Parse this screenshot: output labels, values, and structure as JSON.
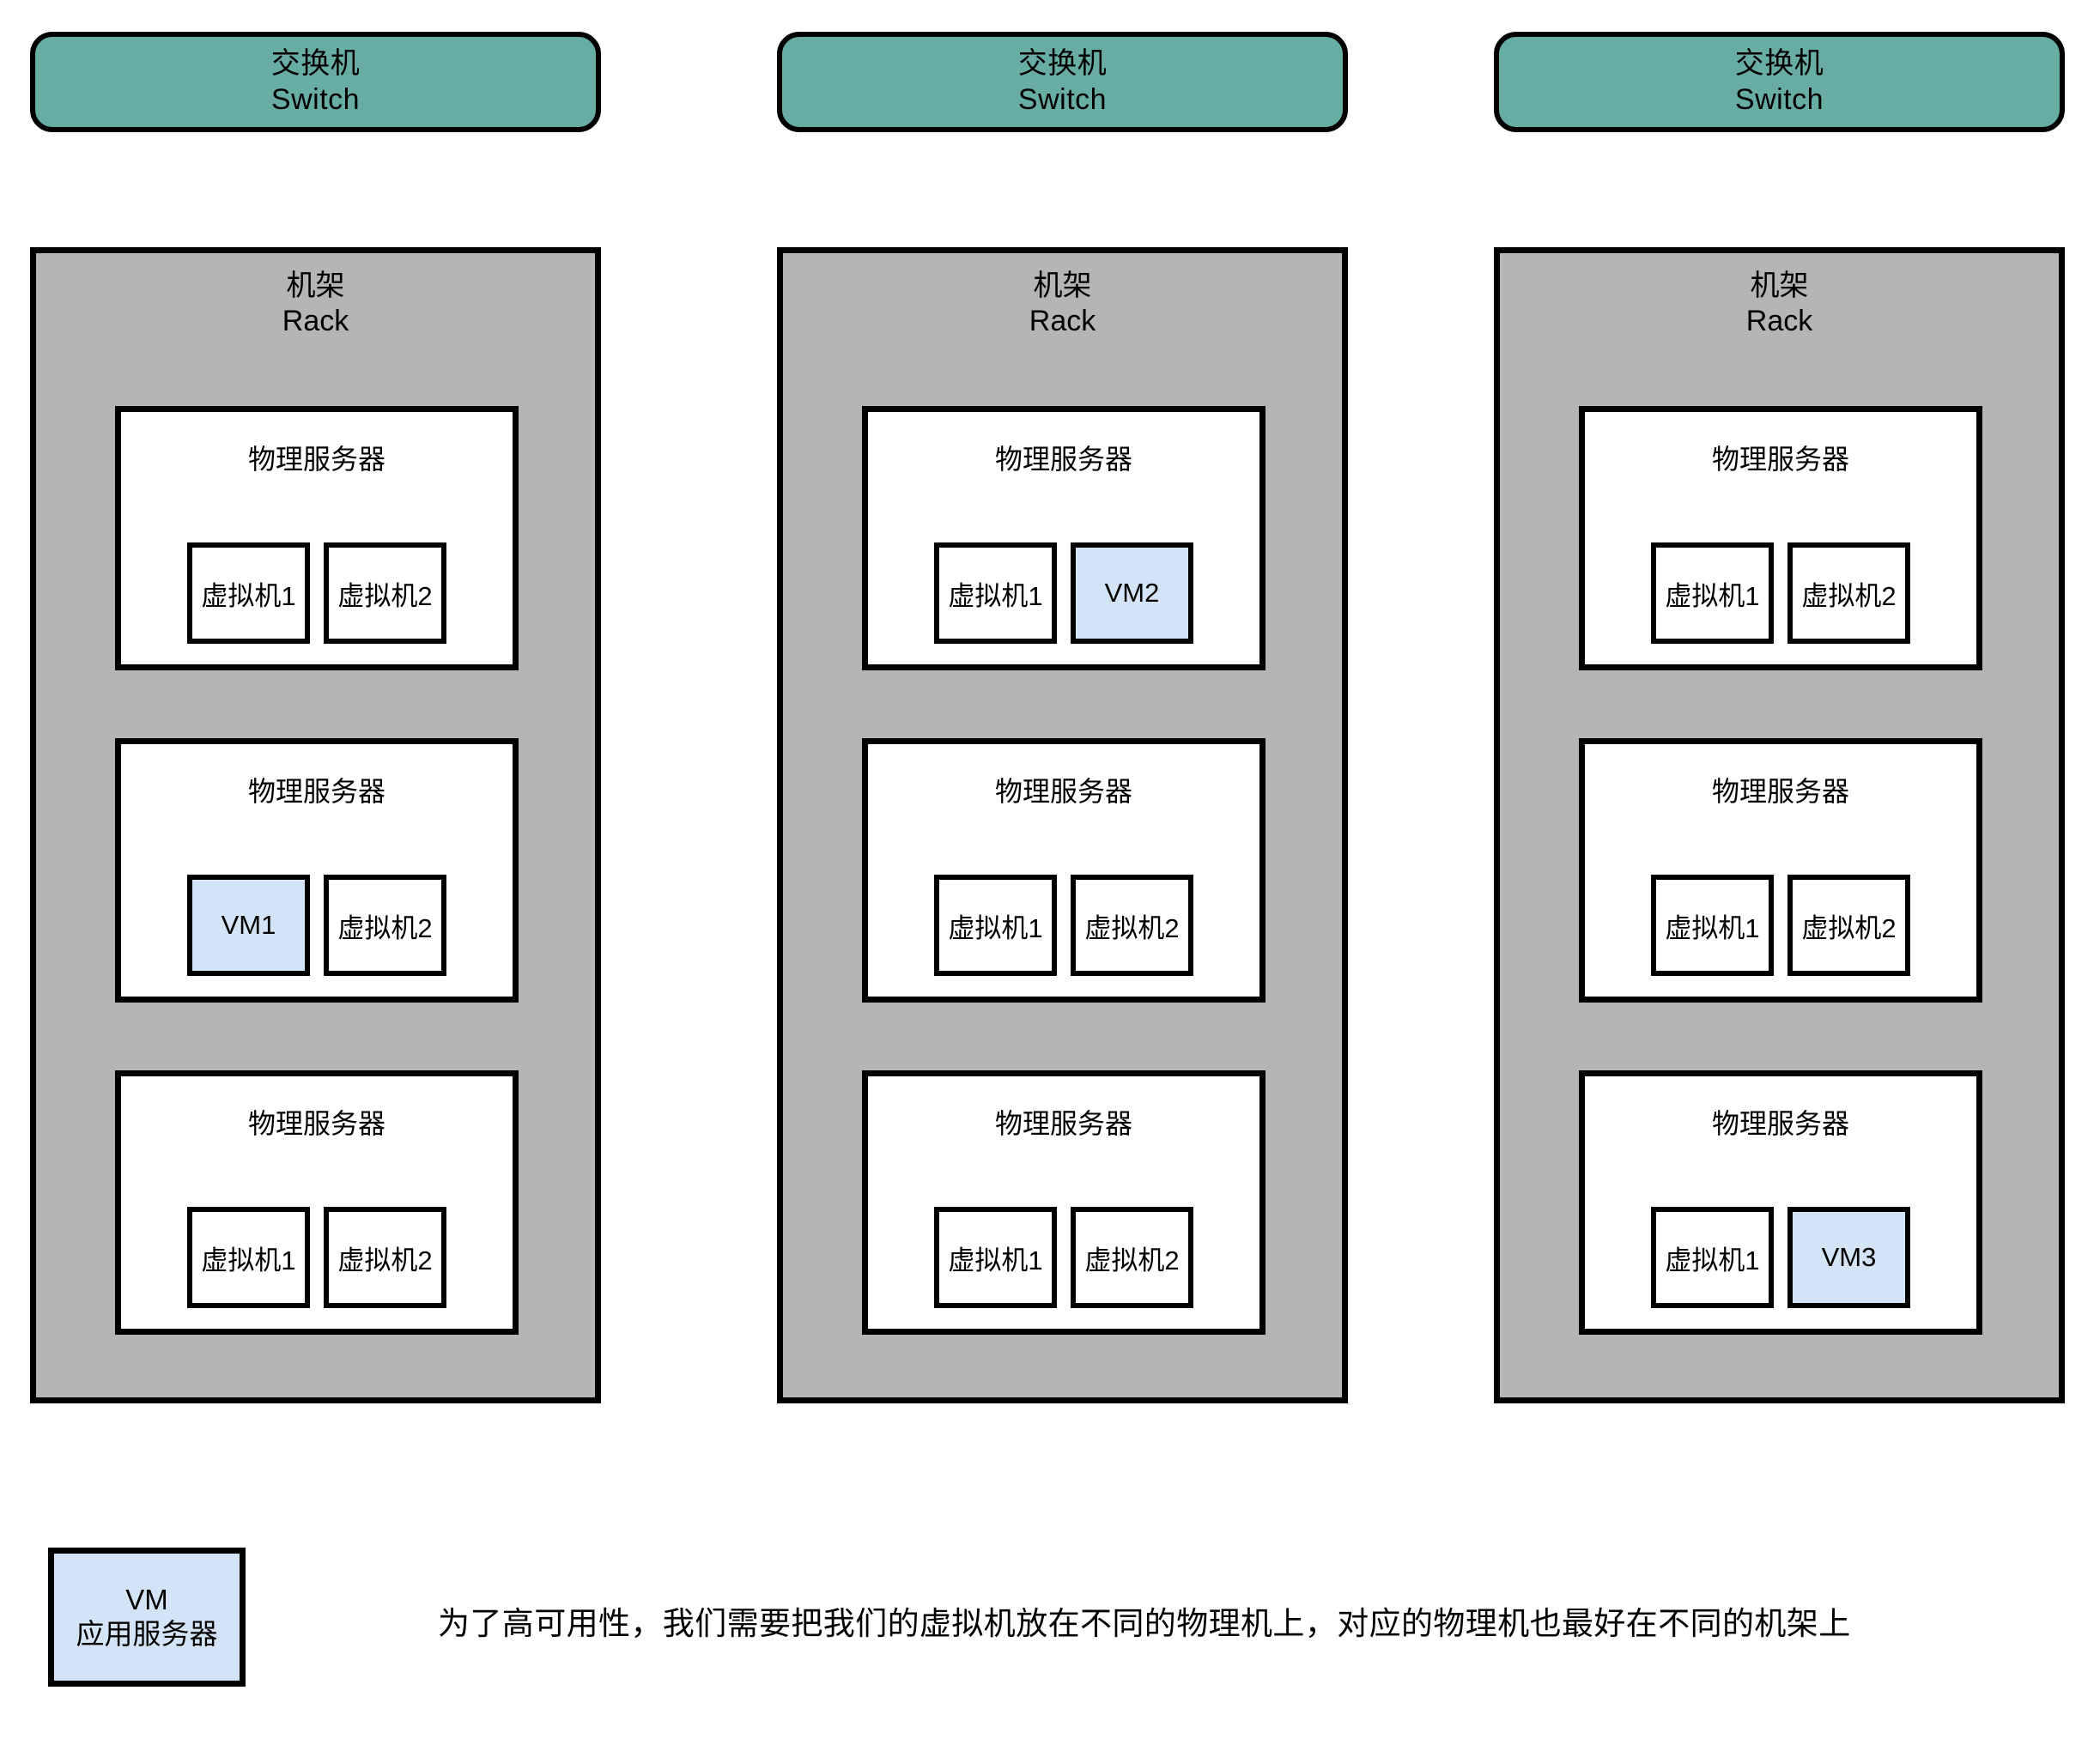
{
  "colors": {
    "switch_fill": "#67ada3",
    "rack_fill": "#b5b5b5",
    "vm_highlight_fill": "#d4e4f7",
    "server_fill": "#ffffff",
    "stroke": "#000000",
    "background": "#ffffff"
  },
  "labels": {
    "switch_cn": "交换机",
    "switch_en": "Switch",
    "rack_cn": "机架",
    "rack_en": "Rack",
    "server_cn": "物理服务器",
    "vm1_cn": "虚拟机1",
    "vm2_cn": "虚拟机2"
  },
  "columns": [
    {
      "id": "column-1",
      "switch": {
        "cn": "交换机",
        "en": "Switch"
      },
      "rack": {
        "cn": "机架",
        "en": "Rack"
      },
      "servers": [
        {
          "title": "物理服务器",
          "vms": [
            {
              "label": "虚拟机1",
              "highlighted": false
            },
            {
              "label": "虚拟机2",
              "highlighted": false
            }
          ]
        },
        {
          "title": "物理服务器",
          "vms": [
            {
              "label": "VM1",
              "highlighted": true
            },
            {
              "label": "虚拟机2",
              "highlighted": false
            }
          ]
        },
        {
          "title": "物理服务器",
          "vms": [
            {
              "label": "虚拟机1",
              "highlighted": false
            },
            {
              "label": "虚拟机2",
              "highlighted": false
            }
          ]
        }
      ]
    },
    {
      "id": "column-2",
      "switch": {
        "cn": "交换机",
        "en": "Switch"
      },
      "rack": {
        "cn": "机架",
        "en": "Rack"
      },
      "servers": [
        {
          "title": "物理服务器",
          "vms": [
            {
              "label": "虚拟机1",
              "highlighted": false
            },
            {
              "label": "VM2",
              "highlighted": true
            }
          ]
        },
        {
          "title": "物理服务器",
          "vms": [
            {
              "label": "虚拟机1",
              "highlighted": false
            },
            {
              "label": "虚拟机2",
              "highlighted": false
            }
          ]
        },
        {
          "title": "物理服务器",
          "vms": [
            {
              "label": "虚拟机1",
              "highlighted": false
            },
            {
              "label": "虚拟机2",
              "highlighted": false
            }
          ]
        }
      ]
    },
    {
      "id": "column-3",
      "switch": {
        "cn": "交换机",
        "en": "Switch"
      },
      "rack": {
        "cn": "机架",
        "en": "Rack"
      },
      "servers": [
        {
          "title": "物理服务器",
          "vms": [
            {
              "label": "虚拟机1",
              "highlighted": false
            },
            {
              "label": "虚拟机2",
              "highlighted": false
            }
          ]
        },
        {
          "title": "物理服务器",
          "vms": [
            {
              "label": "虚拟机1",
              "highlighted": false
            },
            {
              "label": "虚拟机2",
              "highlighted": false
            }
          ]
        },
        {
          "title": "物理服务器",
          "vms": [
            {
              "label": "虚拟机1",
              "highlighted": false
            },
            {
              "label": "VM3",
              "highlighted": true
            }
          ]
        }
      ]
    }
  ],
  "legend": {
    "line1": "VM",
    "line2": "应用服务器"
  },
  "caption": "为了高可用性，我们需要把我们的虚拟机放在不同的物理机上，对应的物理机也最好在不同的机架上"
}
